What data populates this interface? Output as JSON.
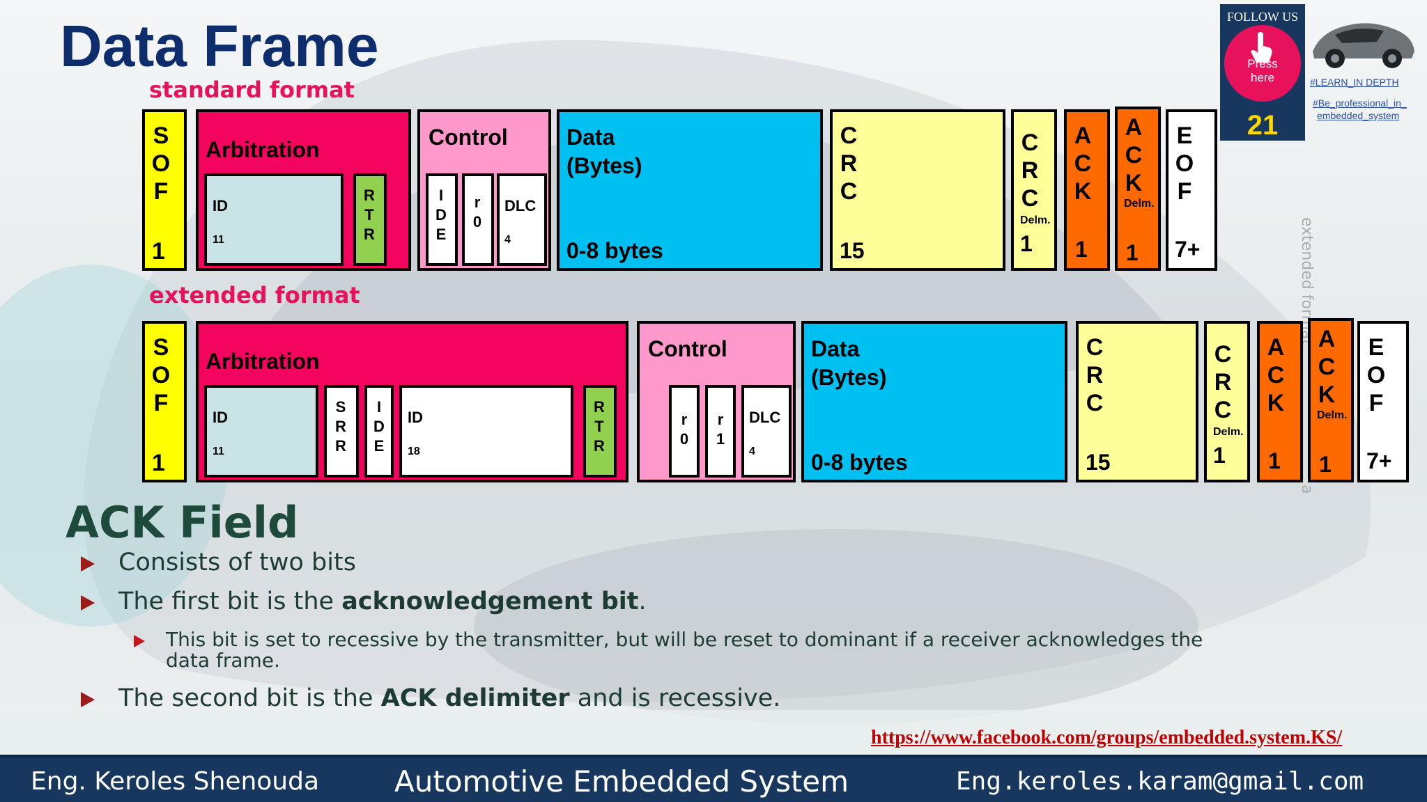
{
  "title": "Data Frame",
  "standard_label": "standard format",
  "extended_label": "extended format",
  "side_text": "extended format",
  "side_text_tail": "a",
  "standard": {
    "sof": "SOF",
    "sof_len": "1",
    "arbitration": "Arbitration",
    "id": "ID",
    "id_len": "11",
    "rtr": "RTR",
    "control": "Control",
    "ide": "IDE",
    "r0": "r0",
    "dlc": "DLC",
    "dlc_len": "4",
    "data": "Data",
    "data_unit": "(Bytes)",
    "data_len": "0-8 bytes",
    "crc": "CRC",
    "crc_len": "15",
    "crc_delim": "CRC",
    "delm": "Delm.",
    "crc_delim_len": "1",
    "ack": "ACK",
    "ack_len": "1",
    "ack_delim": "ACK",
    "ack_delim_len": "1",
    "eof": "EOF",
    "eof_len": "7+"
  },
  "extended": {
    "sof": "SOF",
    "sof_len": "1",
    "arbitration": "Arbitration",
    "id": "ID",
    "id_len": "11",
    "srr": "SRR",
    "ide": "IDE",
    "id2": "ID",
    "id2_len": "18",
    "rtr": "RTR",
    "control": "Control",
    "r0": "r0",
    "r1": "r1",
    "dlc": "DLC",
    "dlc_len": "4",
    "data": "Data",
    "data_unit": "(Bytes)",
    "data_len": "0-8 bytes",
    "crc": "CRC",
    "crc_len": "15",
    "crc_delim": "CRC",
    "delm": "Delm.",
    "crc_delim_len": "1",
    "ack": "ACK",
    "ack_len": "1",
    "ack_delim": "ACK",
    "ack_delim_len": "1",
    "eof": "EOF",
    "eof_len": "7+"
  },
  "ack_section": {
    "heading": "ACK Field",
    "bullet1": "Consists of two bits",
    "bullet2_pre": "The first bit is the ",
    "bullet2_bold": "acknowledgement bit",
    "bullet2_post": ".",
    "sub_line1": "This bit is set to recessive by the transmitter, but will be reset to dominant if a receiver acknowledges the",
    "sub_line2": "data frame.",
    "bullet3_pre": "The second bit is the ",
    "bullet3_bold": "ACK delimiter",
    "bullet3_post": " and is recessive."
  },
  "follow": {
    "label": "FOLLOW US",
    "press": "Press",
    "here": "here",
    "page_number": "21",
    "tag1": "#LEARN_IN DEPTH",
    "tag2a": "#Be_professional_in_",
    "tag2b": "embedded_system"
  },
  "link": "https://www.facebook.com/groups/embedded.system.KS/",
  "footer": {
    "left": "Eng. Keroles Shenouda",
    "center": "Automotive Embedded System",
    "right": "Eng.keroles.karam@gmail.com"
  },
  "colors": {
    "sof": "#ffff00",
    "arbitration": "#f2045f",
    "id_field": "#c8e4e6",
    "rtr": "#92d050",
    "control": "#ff99cc",
    "data": "#00c0f2",
    "crc": "#ffff99",
    "ack": "#ff6a00",
    "white": "#ffffff",
    "title": "#0d2d6c",
    "footer_bg": "#17375e"
  }
}
